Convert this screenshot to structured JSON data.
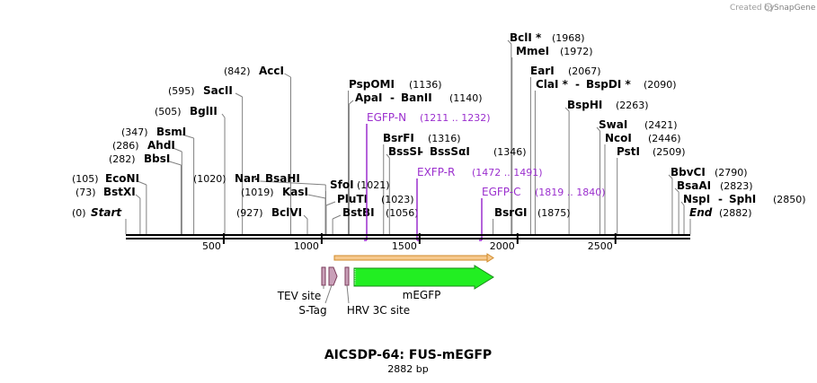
{
  "credit": {
    "prefix": "Created by",
    "brand": "SnapGene"
  },
  "map": {
    "title": "AICSDP-64: FUS-mEGFP",
    "length_label": "2882 bp",
    "length_bp": 2882
  },
  "axis_ticks": [
    {
      "value": 500,
      "label": "500"
    },
    {
      "value": 1000,
      "label": "1000"
    },
    {
      "value": 1500,
      "label": "1500"
    },
    {
      "value": 2000,
      "label": "2000"
    },
    {
      "value": 2500,
      "label": "2500"
    }
  ],
  "sites": [
    {
      "name": "Start",
      "pos": "(0)",
      "bp": 0,
      "italic": true
    },
    {
      "name": "BstXI",
      "pos": "(73)",
      "bp": 73
    },
    {
      "name": "EcoNI",
      "pos": "(105)",
      "bp": 105
    },
    {
      "name": "BbsI",
      "pos": "(282)",
      "bp": 282
    },
    {
      "name": "AhdI",
      "pos": "(286)",
      "bp": 286
    },
    {
      "name": "BsmI",
      "pos": "(347)",
      "bp": 347
    },
    {
      "name": "BglII",
      "pos": "(505)",
      "bp": 505
    },
    {
      "name": "SacII",
      "pos": "(595)",
      "bp": 595
    },
    {
      "name": "AccI",
      "pos": "(842)",
      "bp": 842
    },
    {
      "name": "BclVI",
      "pos": "(927)",
      "bp": 927
    },
    {
      "name": "KasI",
      "pos": "(1019)",
      "bp": 1019
    },
    {
      "name": "NarI",
      "alt": "BsaHI",
      "pos": "(1020)",
      "bp": 1020
    },
    {
      "name": "SfoI",
      "pos": "(1021)",
      "bp": 1021
    },
    {
      "name": "PluTI",
      "pos": "(1023)",
      "bp": 1023
    },
    {
      "name": "BstBI",
      "pos": "(1056)",
      "bp": 1056
    },
    {
      "name": "PspOMI",
      "pos": "(1136)",
      "bp": 1136
    },
    {
      "name": "ApaI",
      "alt": "BanII",
      "pos": "(1140)",
      "bp": 1140
    },
    {
      "name": "BsrFI",
      "pos": "(1316)",
      "bp": 1316
    },
    {
      "name": "BssSI",
      "alt": "BssSαI",
      "pos": "(1346)",
      "bp": 1346
    },
    {
      "name": "BsrGI",
      "pos": "(1875)",
      "bp": 1875
    },
    {
      "name": "BclI *",
      "pos": "(1968)",
      "bp": 1968
    },
    {
      "name": "MmeI",
      "pos": "(1972)",
      "bp": 1972
    },
    {
      "name": "EarI",
      "pos": "(2067)",
      "bp": 2067
    },
    {
      "name": "ClaI *",
      "alt": "BspDI *",
      "pos": "(2090)",
      "bp": 2090
    },
    {
      "name": "BspHI",
      "pos": "(2263)",
      "bp": 2263
    },
    {
      "name": "SwaI",
      "pos": "(2421)",
      "bp": 2421
    },
    {
      "name": "NcoI",
      "pos": "(2446)",
      "bp": 2446
    },
    {
      "name": "PstI",
      "pos": "(2509)",
      "bp": 2509
    },
    {
      "name": "BbvCI",
      "pos": "(2790)",
      "bp": 2790
    },
    {
      "name": "BsaAI",
      "pos": "(2823)",
      "bp": 2823
    },
    {
      "name": "NspI",
      "alt": "SphI",
      "pos": "(2850)",
      "bp": 2850
    },
    {
      "name": "End",
      "pos": "(2882)",
      "bp": 2882,
      "italic": true
    }
  ],
  "primers": [
    {
      "name": "EGFP-N",
      "range": "(1211 .. 1232)",
      "start": 1211,
      "end": 1232
    },
    {
      "name": "EXFP-R",
      "range": "(1472 .. 1491)",
      "start": 1472,
      "end": 1491
    },
    {
      "name": "EGFP-C",
      "range": "(1819 .. 1840)",
      "start": 1819,
      "end": 1840
    }
  ],
  "features": [
    {
      "name": "TEV site"
    },
    {
      "name": "S-Tag"
    },
    {
      "name": "HRV 3C site"
    },
    {
      "name": "mEGFP"
    }
  ],
  "colors": {
    "backbone": "#000000",
    "egfp_fill": "#22ee22",
    "egfp_stroke": "#1a8a1a",
    "tag_fill": "#c9a0b8",
    "tag_stroke": "#7a3a5a",
    "orf_fill": "#f6c98e",
    "orf_stroke": "#d08a2a",
    "primer": "#9b2fce",
    "leader": "#808080"
  }
}
